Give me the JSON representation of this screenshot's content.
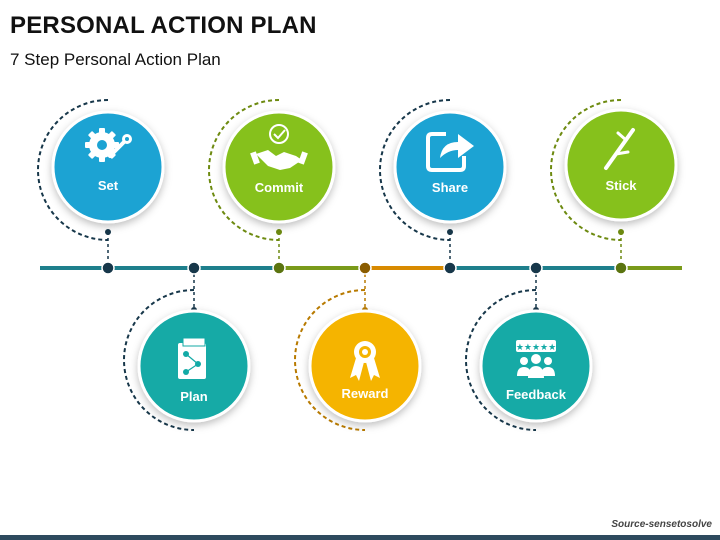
{
  "title": "PERSONAL ACTION PLAN",
  "subtitle": "7 Step Personal Action Plan",
  "source": "Source-sensetosolve",
  "steps": [
    {
      "label": "Set",
      "icon": "gear-wrench-icon",
      "color": "#1ba3d3"
    },
    {
      "label": "Plan",
      "icon": "plan-document-icon",
      "color": "#13aaa6"
    },
    {
      "label": "Commit",
      "icon": "handshake-icon",
      "color": "#86c11f"
    },
    {
      "label": "Reward",
      "icon": "award-ribbon-icon",
      "color": "#f5b400"
    },
    {
      "label": "Share",
      "icon": "share-arrow-icon",
      "color": "#1ba3d3"
    },
    {
      "label": "Feedback",
      "icon": "feedback-people-icon",
      "color": "#13aaa6"
    },
    {
      "label": "Stick",
      "icon": "stick-icon",
      "color": "#86c11f"
    }
  ],
  "colors": {
    "timeline_teal": "#1e7f8c",
    "timeline_green": "#7a9a1a",
    "timeline_orange": "#d88a00",
    "dot_dark": "#17374a"
  }
}
